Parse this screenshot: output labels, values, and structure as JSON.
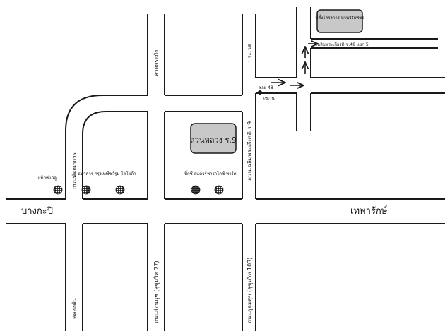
{
  "roads": {
    "main_left": "บางกะปิ",
    "main_right": "เทพารักษ์",
    "pattanakan": "ถนนพัฒนาการ",
    "lat_krabang": "ลาดกระบัง",
    "pracha_vet": "ประเวศ",
    "chalerm_prakiat": "ถนนเฉลิมพระเกียรติ ร.9",
    "udom_suk": "ถนนอุดมสุข (สุขุมวิท 103)",
    "on_nut": "ถนนอ่อนนุช (สุขุมวิท 77)",
    "khlong_tan": "คลองตัน",
    "soi_48": "ซอย 48",
    "chalerm_soi": "เฉลิมพระเกียรติ ซ.48 แยก 5"
  },
  "places": {
    "suan_luang": "สวนหลวง ร.9",
    "project_site": "ที่ตั้งโครงการ บ้านวิริยพิชร",
    "seven_eleven": "เซเว่น"
  },
  "landmarks": {
    "makro": "แม็กซ์แวลู",
    "bangkok_bank": "ธนาคาร กรุงเทพ",
    "toyota": "โชว์รูม โตโยต้า",
    "big_c": "บิ๊กซี สแควร์",
    "paradise": "พาราไดซ์ พาร์ค"
  },
  "colors": {
    "road": "#1a1a1a",
    "place_fill": "#c8c8c8",
    "background": "#ffffff"
  }
}
